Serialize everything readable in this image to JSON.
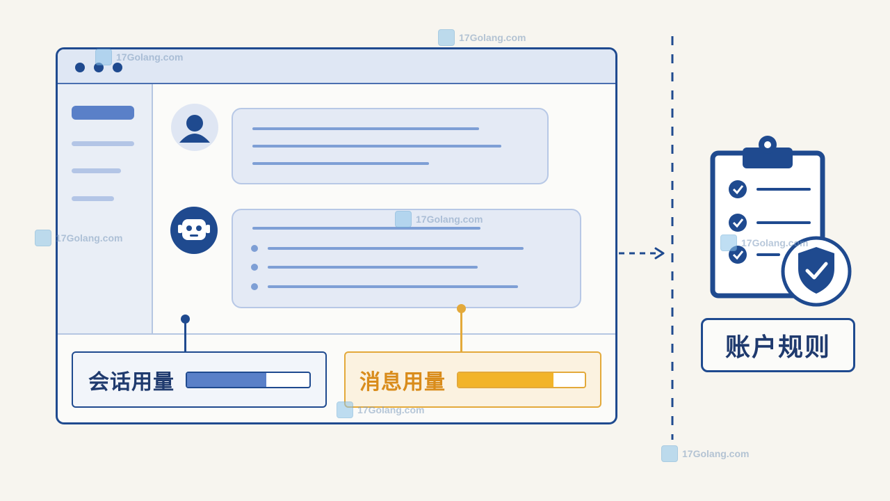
{
  "cards": {
    "session_usage": {
      "label": "会话用量",
      "progress": 0.65,
      "color": "#5a80c8",
      "border": "#1f4a8f",
      "text_color": "#1f3a6e"
    },
    "message_usage": {
      "label": "消息用量",
      "progress": 0.75,
      "color": "#f2b42a",
      "border": "#e3a93a",
      "text_color": "#d98c1b"
    }
  },
  "account_rules": {
    "label": "账户规则"
  },
  "watermark": {
    "text": "17Golang.com"
  },
  "colors": {
    "primary": "#1f4a8f",
    "accent_orange": "#e3a93a",
    "background": "#f7f5ef"
  },
  "icons": {
    "user": "user-avatar-icon",
    "robot": "robot-avatar-icon",
    "clipboard": "clipboard-checklist-icon",
    "shield": "shield-check-icon",
    "arrow": "dashed-arrow-right-icon"
  }
}
